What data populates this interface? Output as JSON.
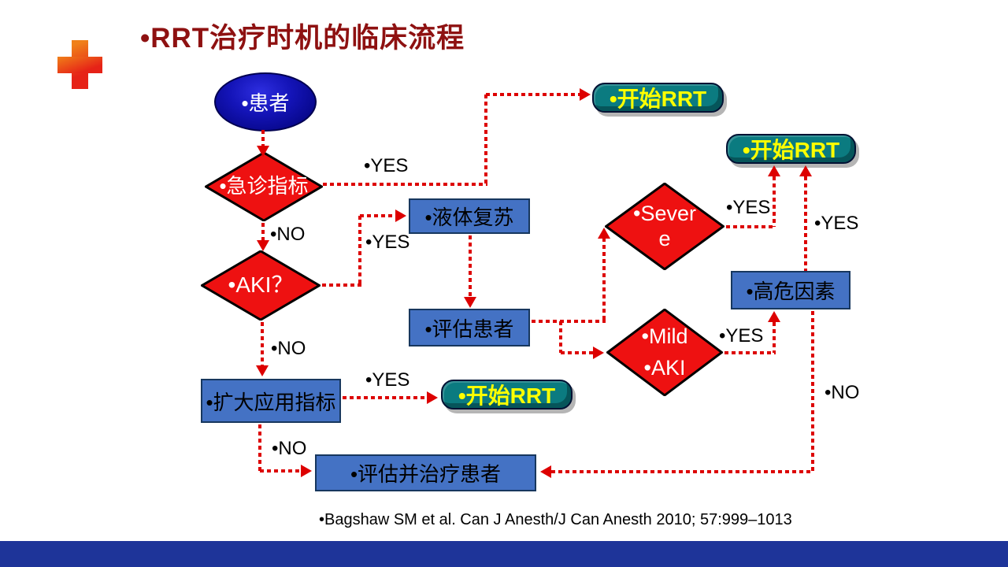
{
  "slide": {
    "title": "•RRT治疗时机的临床流程",
    "citation": "•Bagshaw SM et al. Can J Anesth/J Can Anesth 2010; 57:999–1013"
  },
  "labels": {
    "yes": "•YES",
    "no": "•NO"
  },
  "nodes": {
    "patient": "•患者",
    "emergency_indicators": "•急诊指标",
    "aki_question": "•AKI？",
    "fluid_resuscitation": "•液体复苏",
    "assess_patient": "•评估患者",
    "expanded_indicators": "•扩大应用指标",
    "evaluate_and_treat": "•评估并治疗患者",
    "high_risk_factors": "•高危因素",
    "severe_lines": [
      "•Sever",
      "e"
    ],
    "mild_lines": [
      "•Mild",
      "•AKI"
    ],
    "start_rrt": "•开始RRT"
  },
  "colors": {
    "title-red": "#8E1111",
    "node-blue": "#4472C4",
    "node-border": "#17375E",
    "diamond-red": "#EE1111",
    "ellipse-blue": "#1414B8",
    "ellipse-dark": "#000070",
    "rrt-teal": "#0B7B80",
    "rrt-yellow": "#FFFF00",
    "arrow-red": "#DD0000",
    "footer-blue": "#1E3499",
    "cross-orange": "#F08019",
    "cross-red": "#E62217"
  }
}
